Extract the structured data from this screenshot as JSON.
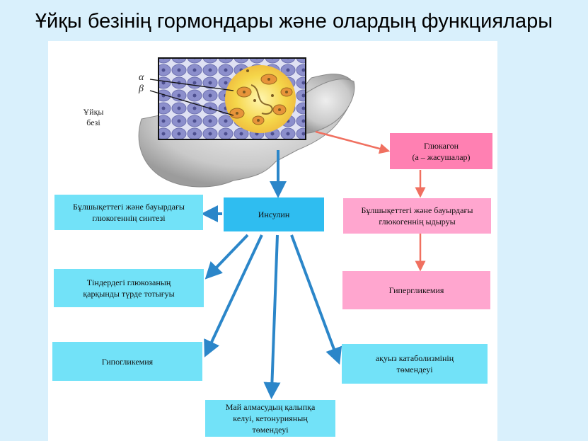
{
  "title": "Ұйқы безінің гормондары және олардың функциялары",
  "illustration": {
    "organ_label_line1": "Ұйқы",
    "organ_label_line2": "безі",
    "alpha_label": "α",
    "beta_label": "β"
  },
  "colors": {
    "page_bg": "#d9f0fc",
    "insulin_box": "#2fbdf0",
    "insulin_effect_box": "#72e2f8",
    "glucagon_box": "#ff80b2",
    "glucagon_effect_box": "#ffa6cf",
    "insulin_arrow": "#2b86c9",
    "glucagon_arrow": "#f07060"
  },
  "nodes": {
    "insulin": "Инсулин",
    "glucagon_line1": "Глюкагон",
    "glucagon_line2": "(а – жасушалар)",
    "glycogen_synthesis_line1": "Бұлшықеттегі және бауырдағы",
    "glycogen_synthesis_line2": "глюкогеннің синтезі",
    "glucose_oxidation_line1": "Тіндердегі глюкозаның",
    "glucose_oxidation_line2": "қарқынды түрде тотығуы",
    "hypoglycemia": "Гипогликемия",
    "fat_metabolism_line1": "Май алмасудың қалыпқа",
    "fat_metabolism_line2": "келуі, кетонурияның",
    "fat_metabolism_line3": "төмендеуі",
    "protein_catabolism_line1": "ақуыз катаболизмінің",
    "protein_catabolism_line2": "төмендеуі",
    "glycogen_breakdown_line1": "Бұлшықеттегі және бауырдағы",
    "glycogen_breakdown_line2": "глюкогеннің ыдыруы",
    "hyperglycemia": "Гипергликемия"
  }
}
